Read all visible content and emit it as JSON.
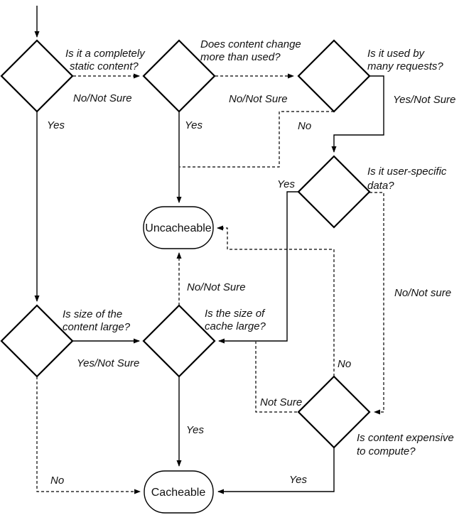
{
  "diagram": {
    "type": "flowchart",
    "colors": {
      "ink": "#000000",
      "background": "#ffffff"
    },
    "terminals": {
      "uncacheable": {
        "label": "Uncacheable"
      },
      "cacheable": {
        "label": "Cacheable"
      }
    },
    "questions": {
      "static": {
        "line1": "Is it a completely",
        "line2": "static content?"
      },
      "change": {
        "line1": "Does content  change",
        "line2": "more than used?"
      },
      "many_requests": {
        "line1": "Is it used by",
        "line2": "many requests?"
      },
      "user_specific": {
        "line1": "Is it user-specific",
        "line2": "data?"
      },
      "content_size": {
        "line1": "Is size of the",
        "line2": "content large?"
      },
      "cache_size": {
        "line1": "Is the size of",
        "line2": "cache large?"
      },
      "expensive": {
        "line1": "Is content expensive",
        "line2": "to compute?"
      }
    },
    "edge_labels": {
      "static_no": "No/Not Sure",
      "static_yes": "Yes",
      "change_no": "No/Not Sure",
      "change_yes": "Yes",
      "many_no": "No",
      "many_yes": "Yes/Not Sure",
      "user_yes": "Yes",
      "user_no": "No/Not sure",
      "content_size_yes": "Yes/Not Sure",
      "content_size_no": "No",
      "cache_size_no": "No/Not Sure",
      "cache_size_yes": "Yes",
      "expensive_no": "No",
      "expensive_not_sure": "Not Sure",
      "expensive_yes": "Yes"
    }
  }
}
